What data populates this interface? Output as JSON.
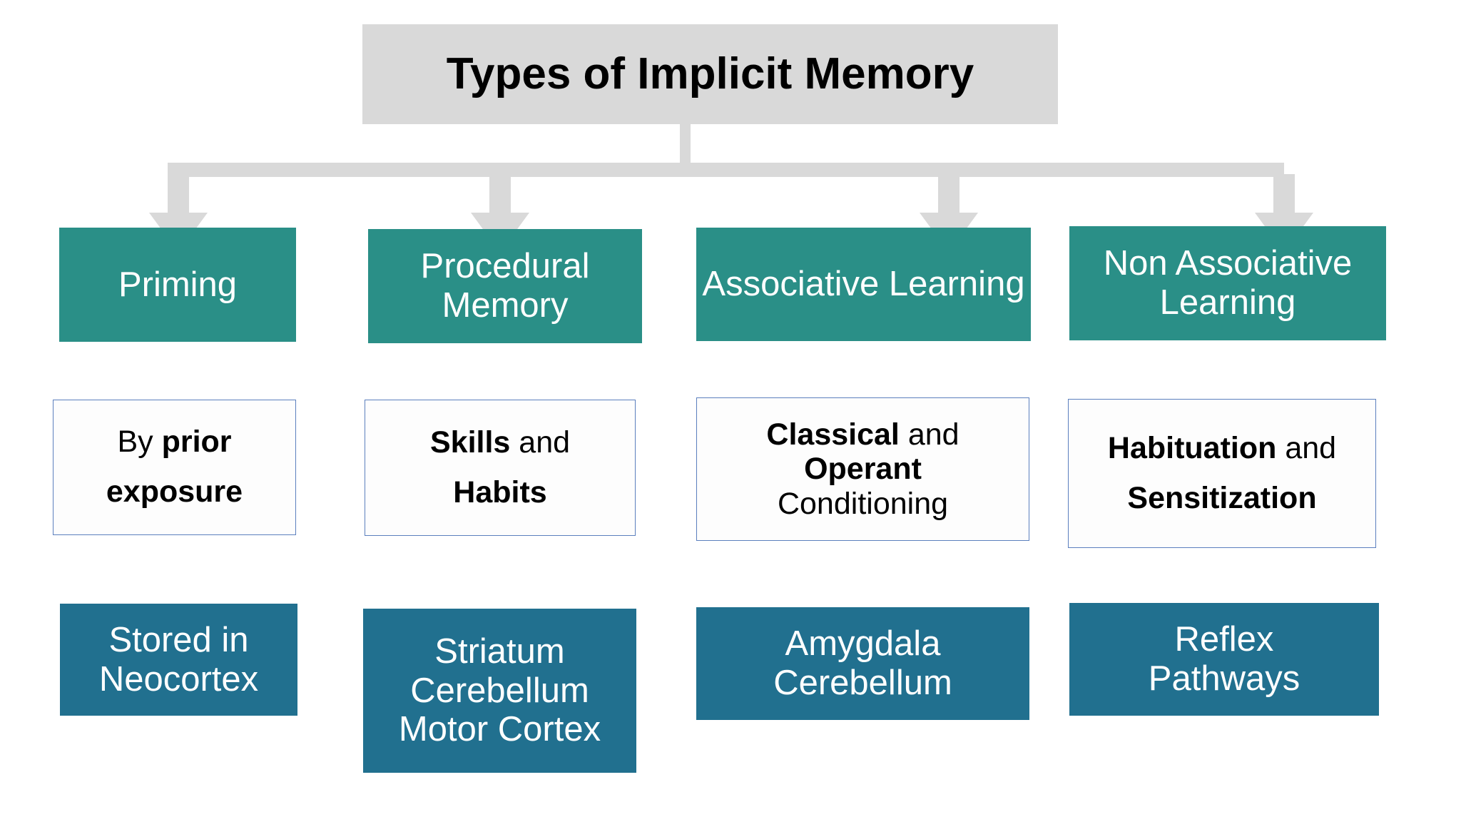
{
  "diagram": {
    "title": "Types of Implicit Memory",
    "colors": {
      "title_box": "#D9D9D9",
      "connector": "#D9D9D9",
      "category_box": "#2A8F87",
      "detail_box_border": "#5B7FBE",
      "detail_box_fill": "#FDFDFD",
      "region_box": "#21708F",
      "category_text": "#FFFFFF",
      "region_text": "#FFFFFF",
      "detail_text": "#000000"
    },
    "columns": [
      {
        "category": "Priming",
        "detail": {
          "lines": [
            [
              {
                "text": "By ",
                "bold": false
              },
              {
                "text": "prior",
                "bold": true
              }
            ],
            [
              {
                "text": "exposure",
                "bold": true
              }
            ]
          ],
          "plain": "By prior exposure"
        },
        "region": {
          "lines": [
            "Stored in",
            "Neocortex"
          ],
          "plain": "Stored in Neocortex"
        }
      },
      {
        "category": "Procedural Memory",
        "detail": {
          "lines": [
            [
              {
                "text": "Skills",
                "bold": true
              },
              {
                "text": " and",
                "bold": false
              }
            ],
            [
              {
                "text": "Habits",
                "bold": true
              }
            ]
          ],
          "plain": "Skills and Habits"
        },
        "region": {
          "lines": [
            "Striatum",
            "Cerebellum",
            "Motor Cortex"
          ],
          "plain": "Striatum Cerebellum Motor Cortex"
        }
      },
      {
        "category": "Associative Learning",
        "detail": {
          "lines": [
            [
              {
                "text": "Classical",
                "bold": true
              },
              {
                "text": " and",
                "bold": false
              }
            ],
            [
              {
                "text": "Operant",
                "bold": true
              }
            ],
            [
              {
                "text": "Conditioning",
                "bold": false
              }
            ]
          ],
          "plain": "Classical and Operant Conditioning"
        },
        "region": {
          "lines": [
            "Amygdala",
            "Cerebellum"
          ],
          "plain": "Amygdala Cerebellum"
        }
      },
      {
        "category": "Non Associative Learning",
        "detail": {
          "lines": [
            [
              {
                "text": "Habituation",
                "bold": true
              },
              {
                "text": " and",
                "bold": false
              }
            ],
            [
              {
                "text": "Sensitization",
                "bold": true
              }
            ]
          ],
          "plain": "Habituation and Sensitization"
        },
        "region": {
          "lines": [
            "Reflex",
            "Pathways"
          ],
          "plain": "Reflex Pathways"
        }
      }
    ],
    "connectors": {
      "arrow_count": 4,
      "icon": "down-arrow-icon"
    }
  }
}
